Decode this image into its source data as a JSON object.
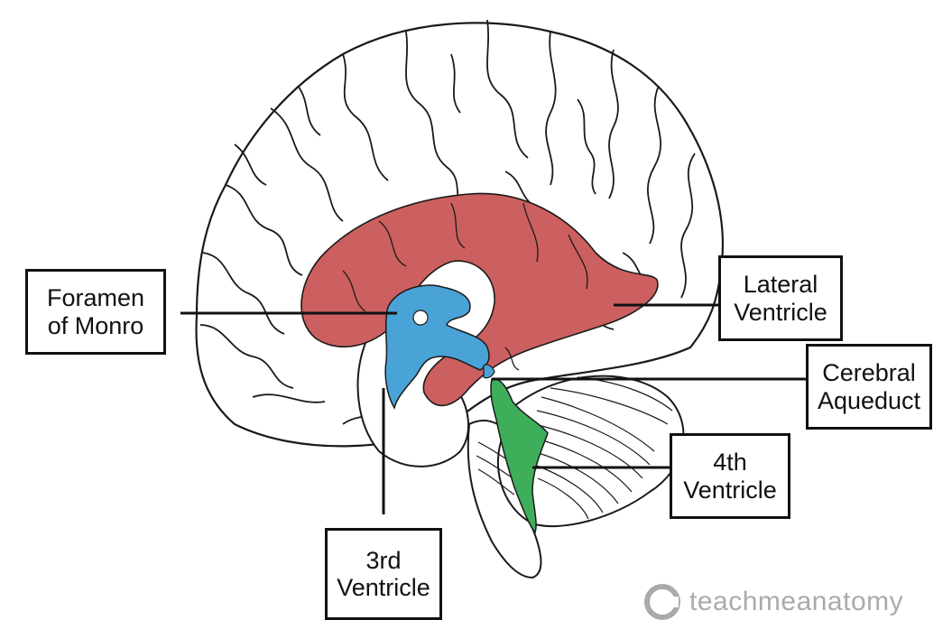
{
  "labels": {
    "foramen": {
      "line1": "Foramen",
      "line2": "of Monro"
    },
    "lateral": {
      "line1": "Lateral",
      "line2": "Ventricle"
    },
    "cerebral": {
      "line1": "Cerebral",
      "line2": "Aqueduct"
    },
    "fourth": {
      "line1": "4th",
      "line2": "Ventricle"
    },
    "third": {
      "line1": "3rd",
      "line2": "Ventricle"
    }
  },
  "watermark": {
    "text": "teachmeanatomy",
    "icon": "teachmeanatomy-logo-icon"
  },
  "colors": {
    "lateral_ventricle": "#cc5f5f",
    "third_ventricle": "#4aa3d6",
    "fourth_ventricle": "#3fae5a",
    "outline": "#1a1a1a"
  }
}
